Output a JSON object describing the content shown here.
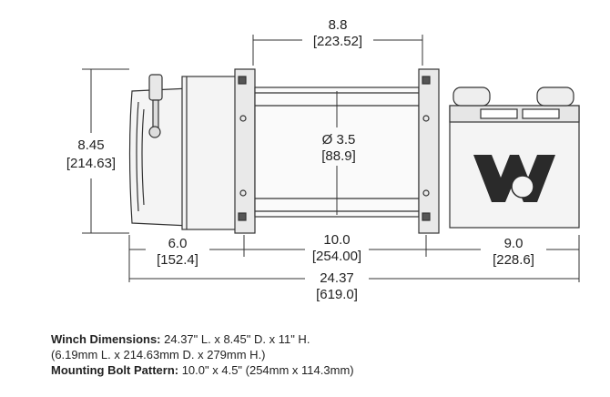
{
  "dimensions": {
    "drum_width": {
      "in": "8.8",
      "mm": "[223.52]"
    },
    "height": {
      "in": "8.45",
      "mm": "[214.63]"
    },
    "drum_diameter": {
      "in": "Ø 3.5",
      "mm": "[88.9]"
    },
    "motor_length": {
      "in": "6.0",
      "mm": "[152.4]"
    },
    "bolt_spacing": {
      "in": "10.0",
      "mm": "[254.00]"
    },
    "control_length": {
      "in": "9.0",
      "mm": "[228.6]"
    },
    "total_length": {
      "in": "24.37",
      "mm": "[619.0]"
    }
  },
  "caption": {
    "line1_label": "Winch Dimensions:",
    "line1_value": " 24.37\" L. x 8.45\" D. x 11\" H.",
    "line2": "(6.19mm L. x 214.63mm D. x 279mm H.)",
    "line3_label": "Mounting Bolt Pattern:",
    "line3_value": " 10.0\" x 4.5\" (254mm x 114.3mm)"
  },
  "colors": {
    "line": "#333333",
    "body": "#f4f4f4",
    "logo": "#2a2a2a"
  }
}
